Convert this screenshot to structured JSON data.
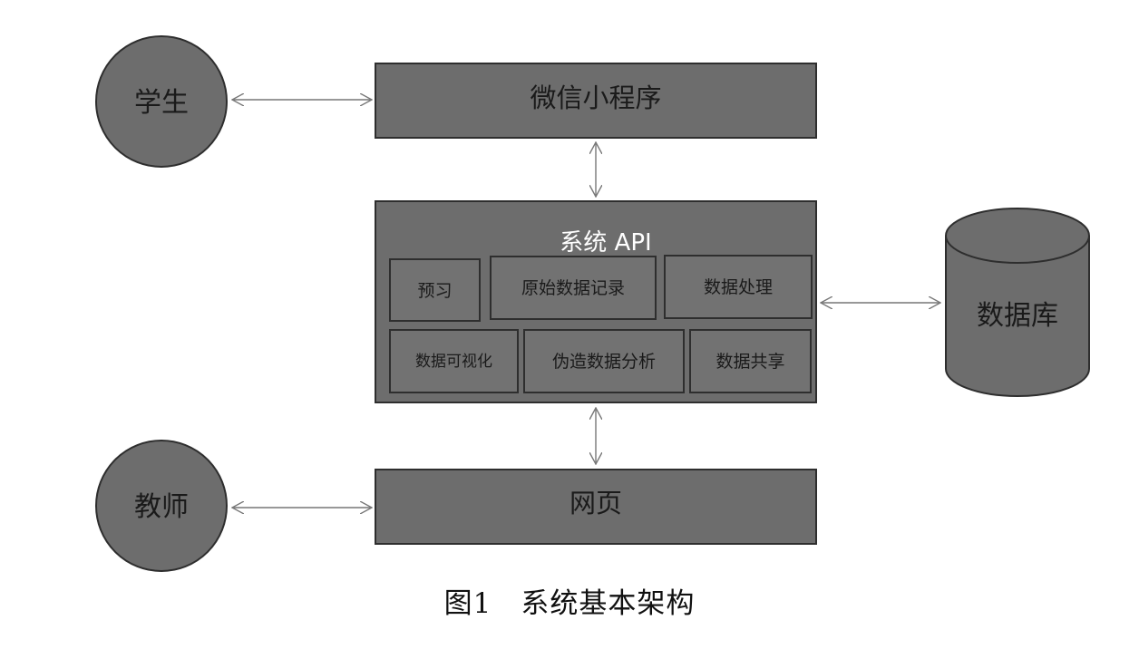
{
  "actors": {
    "student": "学生",
    "teacher": "教师"
  },
  "blocks": {
    "wechat": "微信小程序",
    "webpage": "网页",
    "api_title": "系统 API"
  },
  "modules": {
    "preview": "预习",
    "raw_record": "原始数据记录",
    "processing": "数据处理",
    "visualization": "数据可视化",
    "fake_analysis": "伪造数据分析",
    "sharing": "数据共享"
  },
  "database": "数据库",
  "caption": "图1　系统基本架构",
  "colors": {
    "box_fill": "#6d6d6d",
    "module_fill": "#727272",
    "border": "#2e2e2e",
    "arrow": "#777777"
  }
}
